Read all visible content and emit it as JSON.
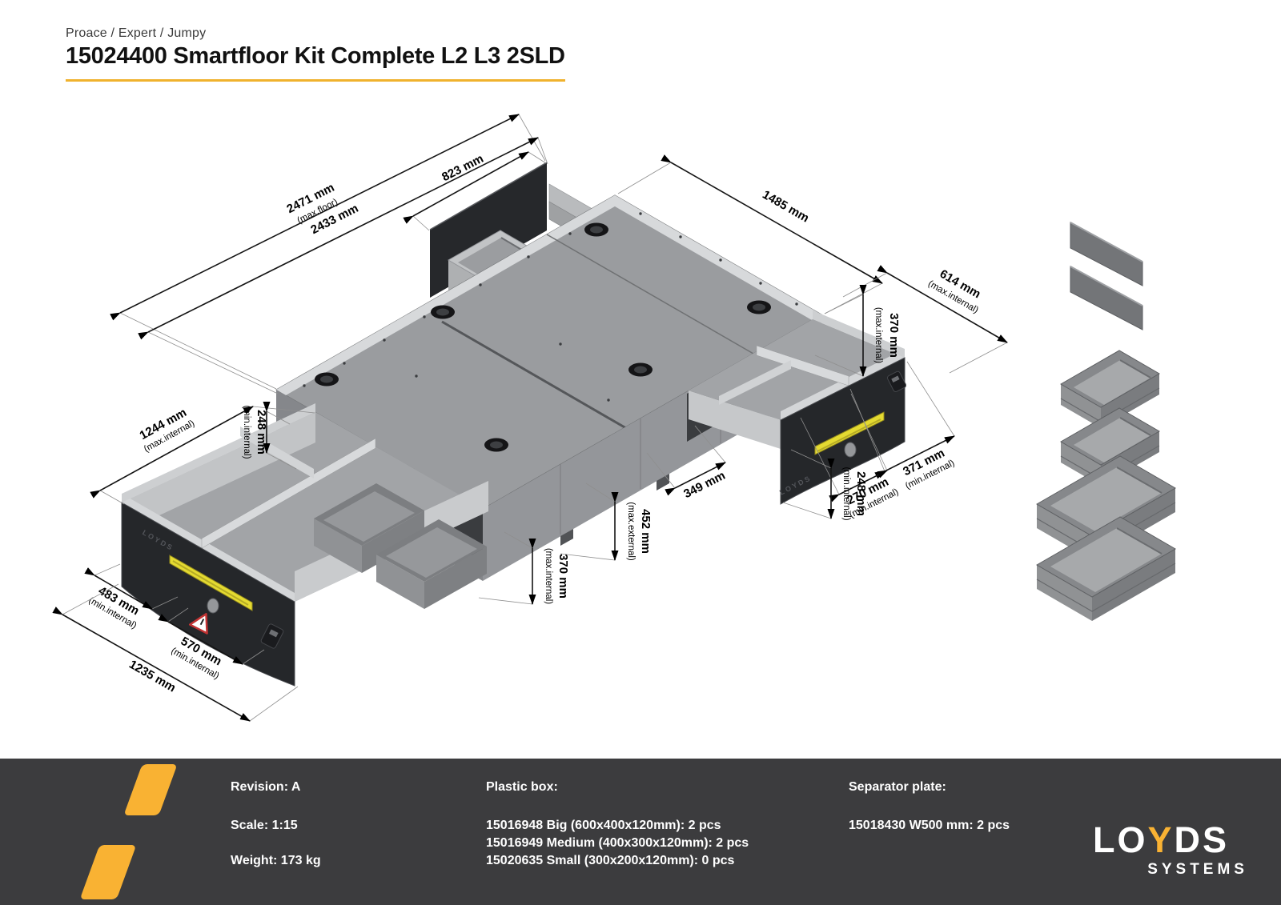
{
  "header": {
    "breadcrumb": "Proace / Expert / Jumpy",
    "title": "15024400 Smartfloor Kit Complete L2 L3 2SLD"
  },
  "colors": {
    "accent_yellow": "#F9B233",
    "footer_background": "#3C3C3E",
    "drawer_front": "#25272A",
    "handle_yellow": "#E4DA31"
  },
  "diagram": {
    "brand_mark": "LOYDS",
    "dims": {
      "d2471": {
        "value": "2471 mm",
        "note": "(max.floor)"
      },
      "d2433": {
        "value": "2433 mm"
      },
      "d823": {
        "value": "823 mm"
      },
      "d1485": {
        "value": "1485 mm"
      },
      "d614": {
        "value": "614 mm",
        "note": "(max.internal)"
      },
      "d370tr": {
        "value": "370 mm",
        "note": "(max.internal)"
      },
      "d371": {
        "value": "371 mm",
        "note": "(min.internal)"
      },
      "d270": {
        "value": "270 mm",
        "note": "(min.internal)"
      },
      "d248r": {
        "value": "248 mm",
        "note": "(min.internal)"
      },
      "d349": {
        "value": "349 mm"
      },
      "d452": {
        "value": "452 mm",
        "note": "(max.external)"
      },
      "d370c": {
        "value": "370 mm",
        "note": "(max.internal)"
      },
      "d1244": {
        "value": "1244 mm",
        "note": "(max.internal)"
      },
      "d248l": {
        "value": "248 mm",
        "note": "(min.internal)"
      },
      "d483": {
        "value": "483 mm",
        "note": "(min.internal)"
      },
      "d570": {
        "value": "570 mm",
        "note": "(min.internal)"
      },
      "d1235": {
        "value": "1235 mm"
      }
    }
  },
  "footer": {
    "revision": "Revision: A",
    "scale": "Scale: 1:15",
    "weight": "Weight: 173 kg",
    "plastic_box_title": "Plastic box:",
    "plastic_box_items": [
      "15016948 Big (600x400x120mm): 2 pcs",
      "15016949 Medium (400x300x120mm): 2 pcs",
      "15020635 Small (300x200x120mm): 0 pcs"
    ],
    "separator_title": "Separator plate:",
    "separator_items": [
      "15018430 W500 mm: 2 pcs"
    ],
    "logo": {
      "lo": "LO",
      "y": "Y",
      "ds": "DS",
      "systems": "SYSTEMS"
    }
  }
}
